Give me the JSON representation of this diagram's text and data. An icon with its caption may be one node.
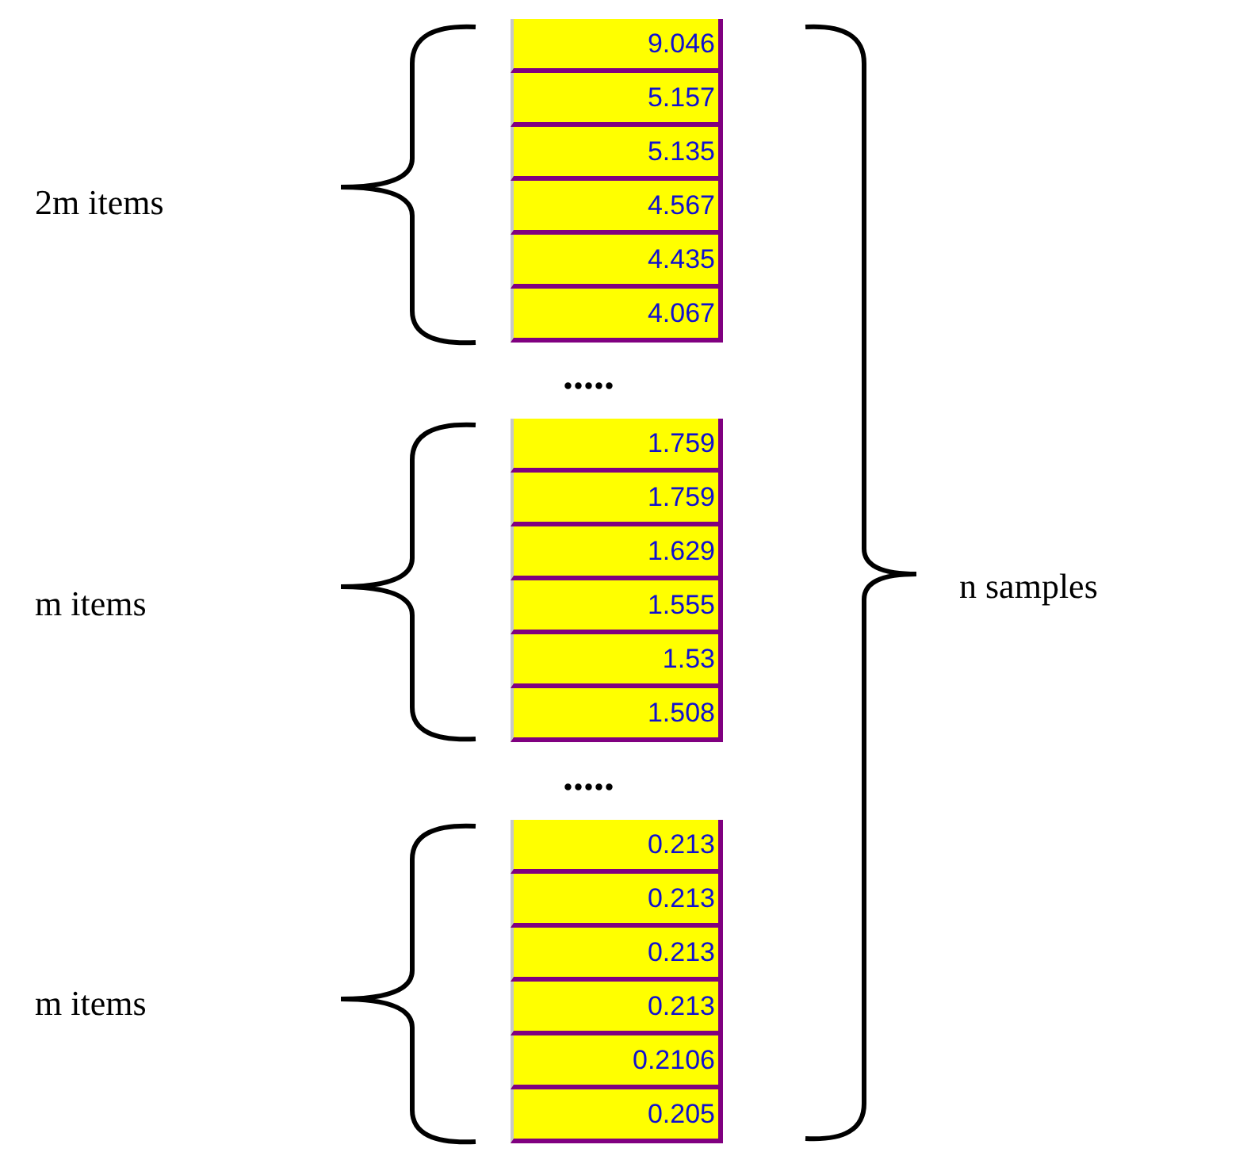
{
  "diagram": {
    "labels": [
      "2m items",
      "9.046",
      "5.157",
      "5.135",
      "4.567",
      "4.435",
      "4.067",
      ".....",
      "m items",
      "1.759",
      "1.759",
      "1.629",
      "1.555",
      "1.53",
      "1.508",
      ".....",
      "m items",
      "0.213",
      "0.213",
      "0.213",
      "0.213",
      "0.2106",
      "0.205",
      "n samples"
    ]
  }
}
